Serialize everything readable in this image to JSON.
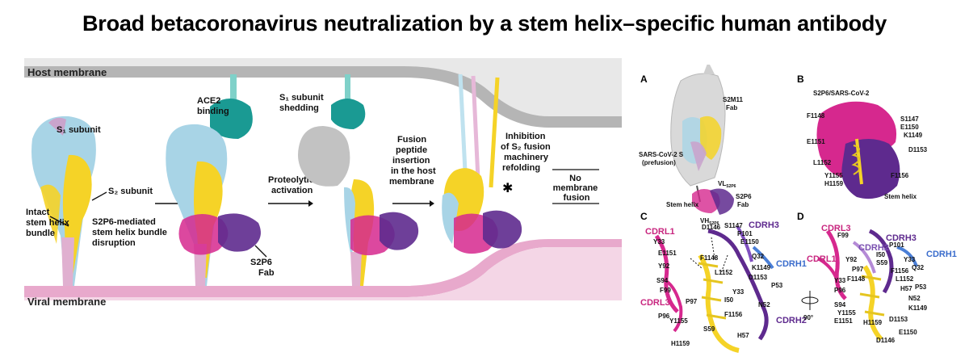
{
  "title": "Broad betacoronavirus neutralization by a stem helix–specific human antibody",
  "left_figure": {
    "host_membrane": "Host membrane",
    "viral_membrane": "Viral membrane",
    "s1_subunit": "S₁ subunit",
    "s2_subunit": "S₂ subunit",
    "intact_bundle": [
      "Intact",
      "stem helix",
      "bundle"
    ],
    "ace2_binding": [
      "ACE2",
      "binding"
    ],
    "s1_shedding": [
      "S₁ subunit",
      "shedding"
    ],
    "s2p6_mediated": [
      "S2P6-mediated",
      "stem helix bundle",
      "disruption"
    ],
    "proteolytic": [
      "Proteolytic",
      "activation"
    ],
    "s2p6_fab": [
      "S2P6",
      "Fab"
    ],
    "fusion_peptide": [
      "Fusion",
      "peptide",
      "insertion",
      "in the host",
      "membrane"
    ],
    "inhibition": [
      "Inhibition",
      "of S₂ fusion",
      "machinery",
      "refolding"
    ],
    "no_fusion": [
      "No",
      "membrane",
      "fusion"
    ]
  },
  "panel_a": {
    "letter": "A",
    "s2m11": [
      "S2M11",
      "Fab"
    ],
    "spike": [
      "SARS-CoV-2 S",
      "(prefusion)"
    ],
    "vl": "VL",
    "vl_sub": "S2P6",
    "vh": "VH",
    "vh_sub": "S2P6",
    "s2p6_fab": [
      "S2P6",
      "Fab"
    ],
    "stem_helix": "Stem helix"
  },
  "panel_b": {
    "letter": "B",
    "header": "S2P6/SARS-CoV-2",
    "residues_left": [
      "F1148",
      "E1151",
      "L1152",
      "Y1155",
      "H1159"
    ],
    "residues_right": [
      "S1147",
      "E1150",
      "K1149",
      "D1153",
      "F1156"
    ],
    "stem_helix": "Stem helix"
  },
  "panel_c": {
    "letter": "C",
    "cdrl1": "CDRL1",
    "cdrl3": "CDRL3",
    "cdrh3": "CDRH3",
    "cdrh1": "CDRH1",
    "cdrh2": "CDRH2",
    "residues": [
      "Y33",
      "D1146",
      "S1147",
      "P101",
      "E1151",
      "E1150",
      "Q32",
      "F1148",
      "Y92",
      "K1149",
      "L1152",
      "D1153",
      "S94",
      "F99",
      "P53",
      "Y33",
      "I50",
      "P97",
      "N52",
      "P96",
      "F1156",
      "Y1155",
      "S59",
      "H57",
      "H1159"
    ]
  },
  "panel_d": {
    "letter": "D",
    "cdrl3": "CDRL3",
    "cdrh2": "CDRH2",
    "cdrh3": "CDRH3",
    "cdrl1": "CDRL1",
    "cdrh1": "CDRH1",
    "rotation": "90°",
    "residues": [
      "F99",
      "P101",
      "I50",
      "Y92",
      "S59",
      "Y33",
      "Q32",
      "P97",
      "F1156",
      "L1152",
      "Y33",
      "F1148",
      "H57",
      "P53",
      "P96",
      "N52",
      "S94",
      "K1149",
      "Y1155",
      "E1151",
      "H1159",
      "D1153",
      "E1150",
      "D1146"
    ]
  },
  "colors": {
    "s1_blue": "#a8d4e6",
    "s2_yellow": "#f5d327",
    "heavy_purple": "#5e2a8e",
    "light_magenta": "#d6288e",
    "ace2_teal": "#1a9a93",
    "membrane_pink": "#e6b8d2",
    "membrane_gray": "#c8c8c8"
  }
}
